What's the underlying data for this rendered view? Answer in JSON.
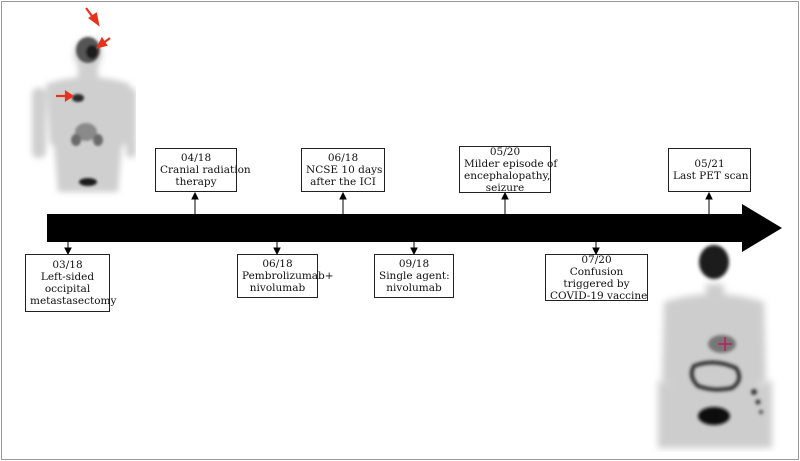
{
  "timeline": {
    "colors": {
      "arrow": "#000000",
      "box_border": "#222222",
      "frame": "#9a9a9a"
    },
    "events_above": [
      {
        "date": "04/18",
        "lines": [
          "Cranial radiation",
          "therapy"
        ]
      },
      {
        "date": "06/18",
        "lines": [
          "NCSE 10 days",
          "after the ICI"
        ]
      },
      {
        "date": "05/20",
        "lines": [
          "Milder episode of",
          "encephalopathy,",
          "seizure"
        ]
      },
      {
        "date": "05/21",
        "lines": [
          "Last PET scan"
        ]
      }
    ],
    "events_below": [
      {
        "date": "03/18",
        "lines": [
          "Left-sided",
          "occipital",
          "metastasectomy"
        ]
      },
      {
        "date": "06/18",
        "lines": [
          "Pembrolizumab+",
          "nivolumab"
        ]
      },
      {
        "date": "09/18",
        "lines": [
          "Single agent:",
          "nivolumab"
        ]
      },
      {
        "date": "07/20",
        "lines": [
          "Confusion",
          "triggered by",
          "COVID-19 vaccine"
        ]
      }
    ]
  },
  "images": {
    "top_left": {
      "subject": "whole-body-pet-scan",
      "annotation_color": "#e8321e"
    },
    "bottom_right": {
      "subject": "whole-body-pet-scan",
      "marker_color": "#c2185b"
    }
  }
}
